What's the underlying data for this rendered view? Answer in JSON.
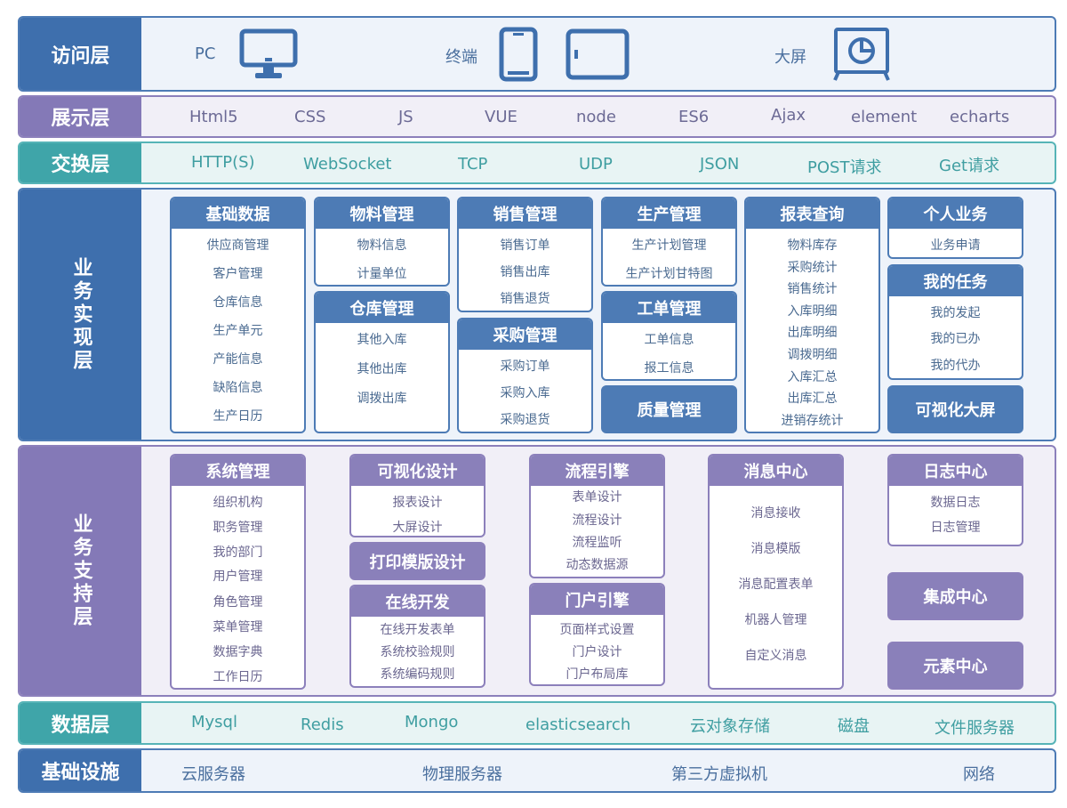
{
  "access": {
    "label": "访问层",
    "pc": "PC",
    "terminal": "终端",
    "big_screen": "大屏"
  },
  "display": {
    "label": "展示层",
    "items": [
      "Html5",
      "CSS",
      "JS",
      "VUE",
      "node",
      "ES6",
      "Ajax",
      "element",
      "echarts"
    ]
  },
  "exchange": {
    "label": "交换层",
    "items": [
      "HTTP(S)",
      "WebSocket",
      "TCP",
      "UDP",
      "JSON",
      "POST请求",
      "Get请求"
    ]
  },
  "business": {
    "label": "业务实现层",
    "modules": [
      {
        "title": "基础数据",
        "items": [
          "供应商管理",
          "客户管理",
          "仓库信息",
          "生产单元",
          "产能信息",
          "缺陷信息",
          "生产日历"
        ]
      },
      {
        "title": "物料管理",
        "items": [
          "物料信息",
          "计量单位"
        ]
      },
      {
        "title": "仓库管理",
        "items": [
          "其他入库",
          "其他出库",
          "调拨出库"
        ]
      },
      {
        "title": "销售管理",
        "items": [
          "销售订单",
          "销售出库",
          "销售退货"
        ]
      },
      {
        "title": "采购管理",
        "items": [
          "采购订单",
          "采购入库",
          "采购退货"
        ]
      },
      {
        "title": "生产管理",
        "items": [
          "生产计划管理",
          "生产计划甘特图"
        ]
      },
      {
        "title": "工单管理",
        "items": [
          "工单信息",
          "报工信息"
        ]
      },
      {
        "title": "质量管理",
        "items": []
      },
      {
        "title": "报表查询",
        "items": [
          "物料库存",
          "采购统计",
          "销售统计",
          "入库明细",
          "出库明细",
          "调拨明细",
          "入库汇总",
          "出库汇总",
          "进销存统计"
        ]
      },
      {
        "title": "个人业务",
        "items": [
          "业务申请"
        ]
      },
      {
        "title": "我的任务",
        "items": [
          "我的发起",
          "我的已办",
          "我的代办"
        ]
      },
      {
        "title": "可视化大屏",
        "items": []
      }
    ]
  },
  "support": {
    "label": "业务支持层",
    "modules": [
      {
        "title": "系统管理",
        "items": [
          "组织机构",
          "职务管理",
          "我的部门",
          "用户管理",
          "角色管理",
          "菜单管理",
          "数据字典",
          "工作日历"
        ]
      },
      {
        "title": "可视化设计",
        "items": [
          "报表设计",
          "大屏设计"
        ]
      },
      {
        "title": "打印模版设计",
        "items": []
      },
      {
        "title": "在线开发",
        "items": [
          "在线开发表单",
          "系统校验规则",
          "系统编码规则"
        ]
      },
      {
        "title": "流程引擎",
        "items": [
          "表单设计",
          "流程设计",
          "流程监听",
          "动态数据源"
        ]
      },
      {
        "title": "门户引擎",
        "items": [
          "页面样式设置",
          "门户设计",
          "门户布局库"
        ]
      },
      {
        "title": "消息中心",
        "items": [
          "消息接收",
          "消息模版",
          "消息配置表单",
          "机器人管理",
          "自定义消息"
        ]
      },
      {
        "title": "日志中心",
        "items": [
          "数据日志",
          "日志管理"
        ]
      },
      {
        "title": "集成中心",
        "items": []
      },
      {
        "title": "元素中心",
        "items": []
      }
    ]
  },
  "data_layer": {
    "label": "数据层",
    "items": [
      "Mysql",
      "Redis",
      "Mongo",
      "elasticsearch",
      "云对象存储",
      "磁盘",
      "文件服务器"
    ]
  },
  "infra": {
    "label": "基础设施",
    "items": [
      "云服务器",
      "物理服务器",
      "第三方虚拟机",
      "网络"
    ]
  },
  "colors": {
    "blue": "#3e6fad",
    "purple": "#8479b7",
    "teal": "#3fa5a9"
  }
}
